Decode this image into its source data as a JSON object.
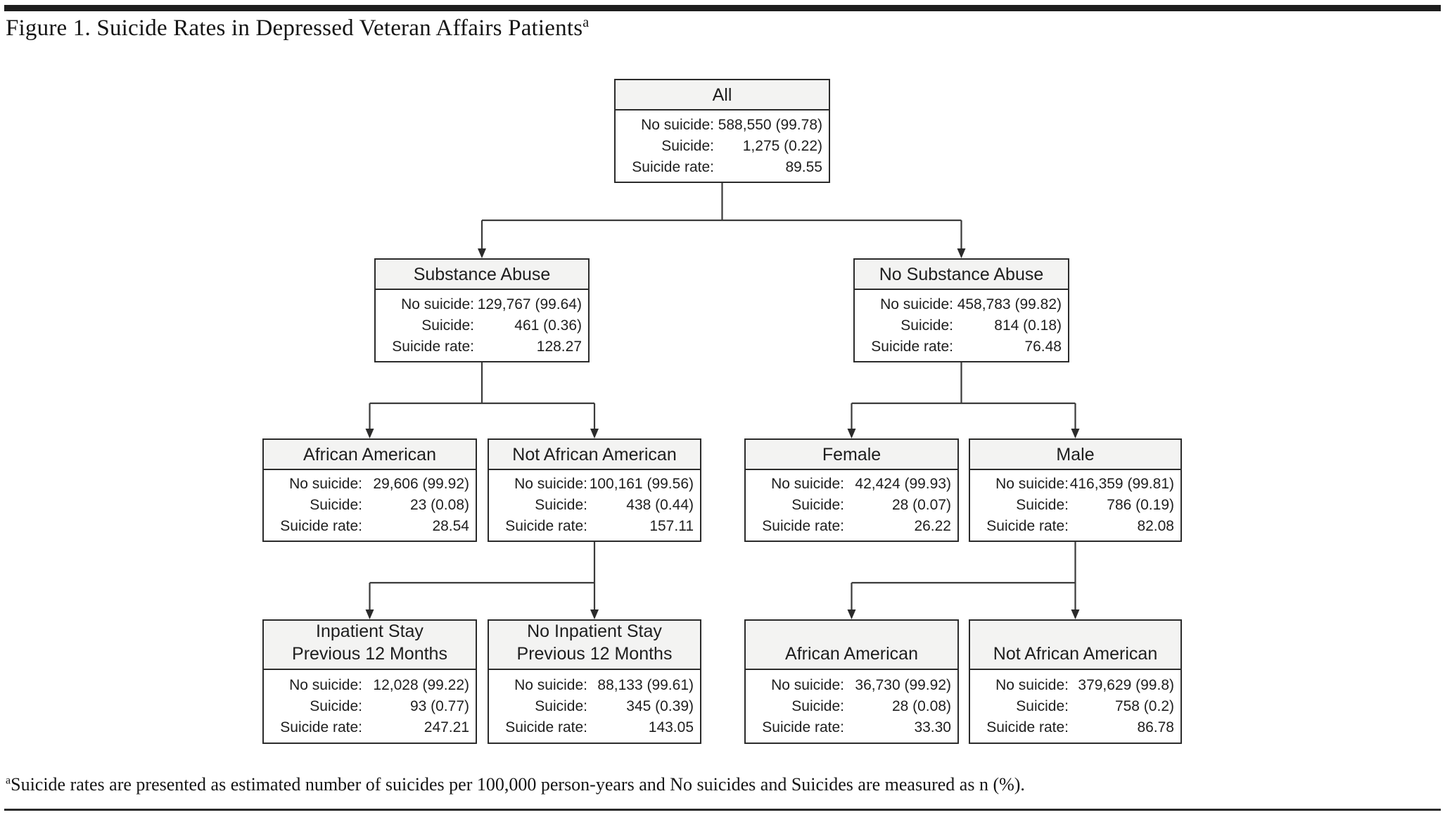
{
  "figure": {
    "title": "Figure 1. Suicide Rates in Depressed Veteran Affairs Patients",
    "title_superscript": "a",
    "footnote_superscript": "a",
    "footnote": "Suicide rates are presented as estimated number of suicides per 100,000 person-years and No suicides and Suicides are measured as n (%)."
  },
  "labels": {
    "no_suicide": "No suicide:",
    "suicide": "Suicide:",
    "suicide_rate": "Suicide rate:"
  },
  "colors": {
    "border": "#2b2b2b",
    "header_fill": "#f3f3f2",
    "connector": "#3b3b3b"
  },
  "nodes": {
    "all": {
      "title": "All",
      "no_suicide": "588,550 (99.78)",
      "suicide": "1,275 (0.22)",
      "rate": "89.55"
    },
    "substance_abuse": {
      "title": "Substance Abuse",
      "no_suicide": "129,767 (99.64)",
      "suicide": "461 (0.36)",
      "rate": "128.27"
    },
    "no_substance_abuse": {
      "title": "No Substance Abuse",
      "no_suicide": "458,783 (99.82)",
      "suicide": "814 (0.18)",
      "rate": "76.48"
    },
    "african_american_sa": {
      "title": "African American",
      "no_suicide": "29,606 (99.92)",
      "suicide": "23 (0.08)",
      "rate": "28.54"
    },
    "not_african_american_sa": {
      "title": "Not African American",
      "no_suicide": "100,161 (99.56)",
      "suicide": "438 (0.44)",
      "rate": "157.11"
    },
    "female": {
      "title": "Female",
      "no_suicide": "42,424 (99.93)",
      "suicide": "28 (0.07)",
      "rate": "26.22"
    },
    "male": {
      "title": "Male",
      "no_suicide": "416,359 (99.81)",
      "suicide": "786 (0.19)",
      "rate": "82.08"
    },
    "inpatient_stay": {
      "title": "Inpatient Stay\nPrevious 12 Months",
      "no_suicide": "12,028 (99.22)",
      "suicide": "93 (0.77)",
      "rate": "247.21"
    },
    "no_inpatient_stay": {
      "title": "No Inpatient Stay\nPrevious 12 Months",
      "no_suicide": "88,133 (99.61)",
      "suicide": "345 (0.39)",
      "rate": "143.05"
    },
    "african_american_male": {
      "title": "African American",
      "no_suicide": "36,730 (99.92)",
      "suicide": "28 (0.08)",
      "rate": "33.30"
    },
    "not_african_american_male": {
      "title": "Not African American",
      "no_suicide": "379,629 (99.8)",
      "suicide": "758 (0.2)",
      "rate": "86.78"
    }
  }
}
